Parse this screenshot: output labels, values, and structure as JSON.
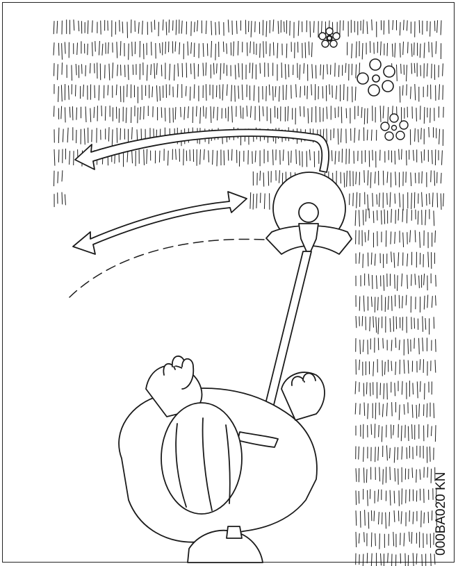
{
  "figure": {
    "code_label": "000BA020 KN"
  },
  "colors": {
    "ink": "#1a1a1a",
    "paper": "#ffffff"
  },
  "icons": [
    "grass-field",
    "flower-icon",
    "swing-arrow-icon",
    "trimmer-head-icon",
    "operator-figure"
  ]
}
